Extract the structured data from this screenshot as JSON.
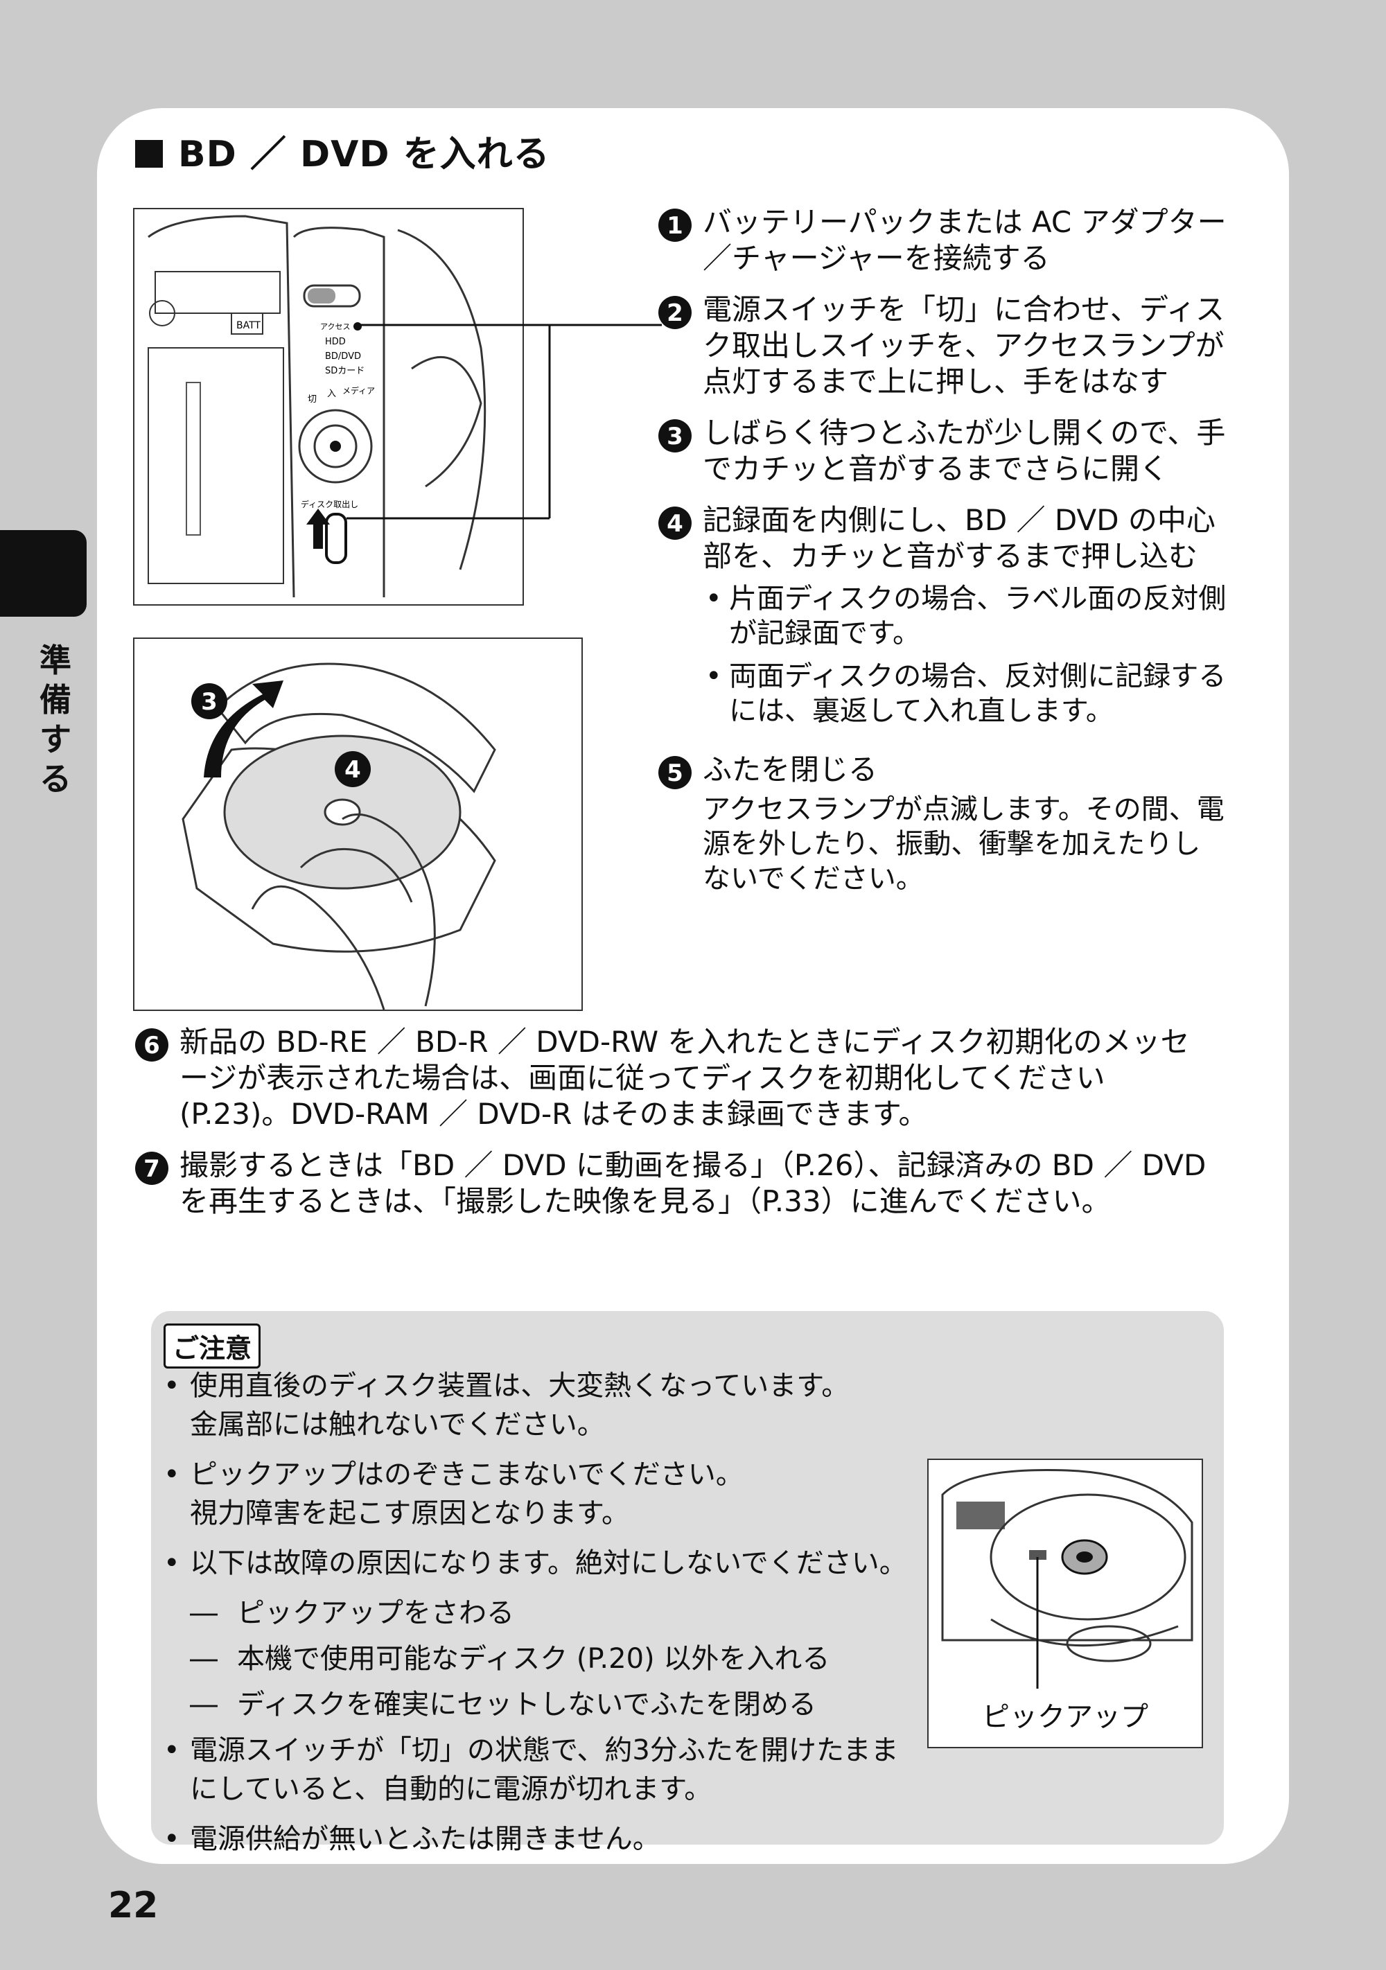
{
  "heading": "BD ／ DVD を入れる",
  "side_label": "準備する",
  "steps": [
    {
      "num": "1",
      "text": "バッテリーパックまたは AC アダプター／チャージャーを接続する"
    },
    {
      "num": "2",
      "text": "電源スイッチを「切」に合わせ、ディスク取出しスイッチを、アクセスランプが点灯するまで上に押し、手をはなす"
    },
    {
      "num": "3",
      "text": "しばらく待つとふたが少し開くので、手でカチッと音がするまでさらに開く"
    },
    {
      "num": "4",
      "text": "記録面を内側にし、BD ／ DVD の中心部を、カチッと音がするまで押し込む",
      "bullets": [
        "片面ディスクの場合、ラベル面の反対側が記録面です。",
        "両面ディスクの場合、反対側に記録するには、裏返して入れ直します。"
      ]
    },
    {
      "num": "5",
      "text": "ふたを閉じる",
      "note": "アクセスランプが点滅します。その間、電源を外したり、振動、衝撃を加えたりしないでください。"
    },
    {
      "num": "6",
      "text": "新品の BD-RE ／ BD-R ／ DVD-RW を入れたときにディスク初期化のメッセージが表示された場合は、画面に従ってディスクを初期化してください (P.23)。DVD-RAM ／ DVD-R はそのまま録画できます。"
    },
    {
      "num": "7",
      "text": "撮影するときは「BD ／ DVD に動画を撮る」（P.26）、記録済みの BD ／ DVD を再生するときは、「撮影した映像を見る」（P.33）に進んでください。"
    }
  ],
  "figure1": {
    "labels": {
      "access": "アクセス",
      "hdd": "HDD",
      "bddvd": "BD/DVD",
      "sd": "SDカード",
      "media": "メディア",
      "off": "切",
      "on": "入",
      "batt": "BATT",
      "eject": "ディスク取出し"
    }
  },
  "figure2": {
    "marker3": "3",
    "marker4": "4"
  },
  "caution": {
    "title": "ご注意",
    "items": [
      {
        "text": "使用直後のディスク装置は、大変熱くなっています。\n金属部には触れないでください。"
      },
      {
        "text": "ピックアップはのぞきこまないでください。\n視力障害を起こす原因となります。"
      },
      {
        "text": "以下は故障の原因になります。絶対にしないでください。"
      }
    ],
    "dashes": [
      "ピックアップをさわる",
      "本機で使用可能なディスク (P.20) 以外を入れる",
      "ディスクを確実にセットしないでふたを閉める"
    ],
    "dash_mark": "―",
    "items2": [
      {
        "text": "電源スイッチが「切」の状態で、約3分ふたを開けたままにしていると、自動的に電源が切れます。"
      },
      {
        "text": "電源供給が無いとふたは開きません。"
      }
    ],
    "pickup_label": "ピックアップ"
  },
  "page_number": "22"
}
